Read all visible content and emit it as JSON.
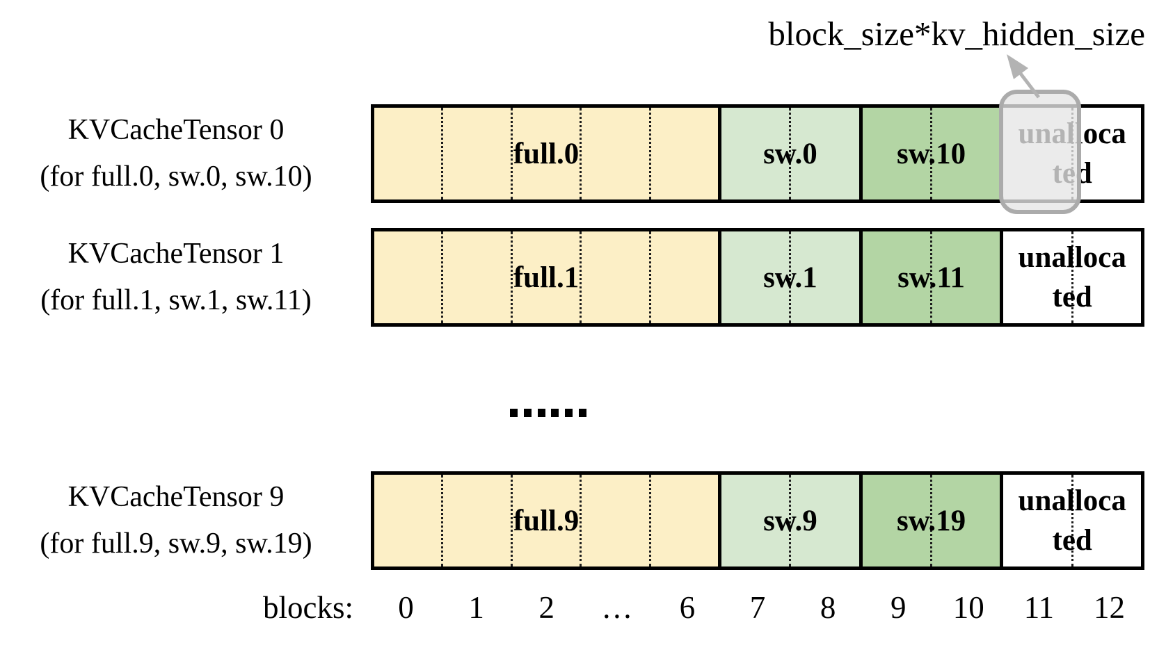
{
  "annotation": {
    "label": "block_size*kv_hidden_size"
  },
  "colors": {
    "full": "#fcefc6",
    "sw_first": "#d6e8d0",
    "sw_second": "#b3d5a4",
    "unallocated": "#ffffff",
    "highlight_border": "#ababab",
    "highlight_fill": "rgba(230,230,230,0.78)",
    "arrow": "#b3b3b3",
    "border": "#000000"
  },
  "rows": [
    {
      "title": "KVCacheTensor 0",
      "subtitle": "(for full.0, sw.0, sw.10)",
      "full_label": "full.0",
      "sw_first_label": "sw.0",
      "sw_second_label": "sw.10",
      "unallocated_line1": "unalloca",
      "unallocated_line2": "ted",
      "unallocated_label": "unallocated"
    },
    {
      "title": "KVCacheTensor 1",
      "subtitle": "(for full.1, sw.1, sw.11)",
      "full_label": "full.1",
      "sw_first_label": "sw.1",
      "sw_second_label": "sw.11",
      "unallocated_line1": "unalloca",
      "unallocated_line2": "ted",
      "unallocated_label": "unallocated"
    },
    {
      "title": "KVCacheTensor 9",
      "subtitle": "(for full.9, sw.9, sw.19)",
      "full_label": "full.9",
      "sw_first_label": "sw.9",
      "sw_second_label": "sw.19",
      "unallocated_line1": "unalloca",
      "unallocated_line2": "ted",
      "unallocated_label": "unallocated"
    }
  ],
  "ellipsis": "……",
  "axis": {
    "label": "blocks:",
    "ticks": [
      "0",
      "1",
      "2",
      "…",
      "6",
      "7",
      "8",
      "9",
      "10",
      "11",
      "12"
    ]
  }
}
